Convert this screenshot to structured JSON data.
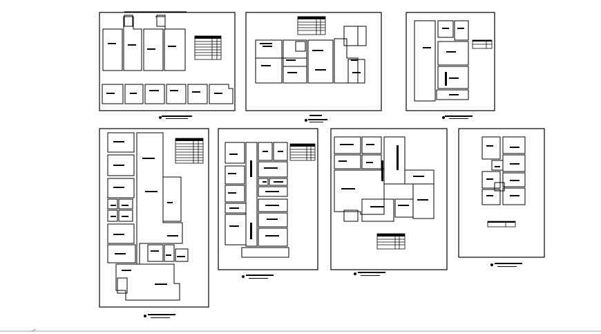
{
  "drawing": {
    "sheets": [
      {
        "id": "sheet-1",
        "caption": ""
      },
      {
        "id": "sheet-2",
        "caption": ""
      },
      {
        "id": "sheet-3",
        "caption": ""
      },
      {
        "id": "sheet-4",
        "caption": ""
      },
      {
        "id": "sheet-5",
        "caption": ""
      },
      {
        "id": "sheet-6",
        "caption": ""
      },
      {
        "id": "sheet-7",
        "caption": ""
      }
    ]
  },
  "colors": {
    "line": "#000000",
    "background": "#ffffff",
    "footer": "#999999"
  }
}
